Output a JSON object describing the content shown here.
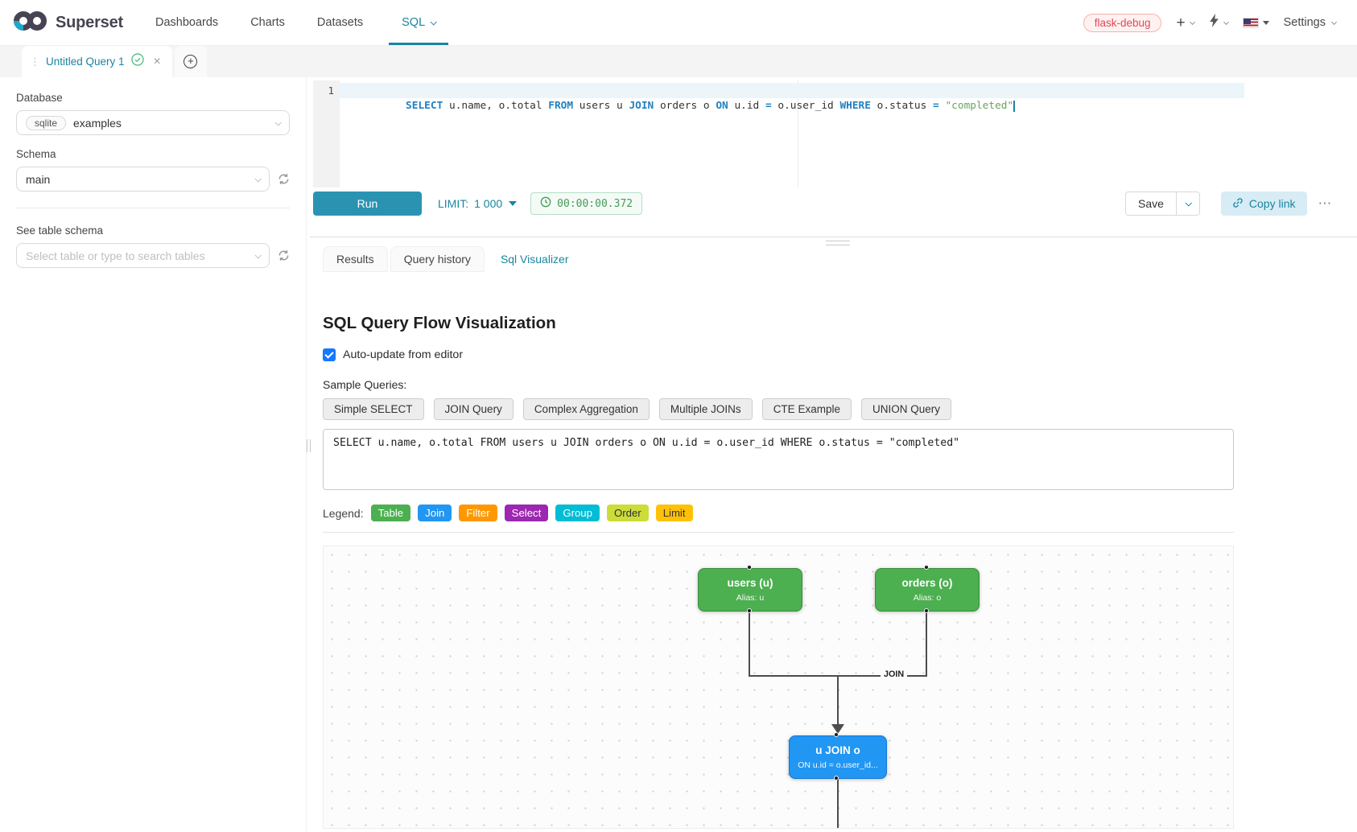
{
  "colors": {
    "accent": "#1a85a0",
    "run_button": "#2b93b2",
    "badge_red": "#e0485a",
    "timer_green": "#459b58",
    "table_node": "#4caf50",
    "join_node": "#2196f3"
  },
  "navbar": {
    "brand": "Superset",
    "links": [
      "Dashboards",
      "Charts",
      "Datasets",
      "SQL"
    ],
    "active_link": "SQL",
    "environment_badge": "flask-debug",
    "settings_label": "Settings"
  },
  "query_tabs": {
    "active_tab": "Untitled Query 1"
  },
  "sidebar": {
    "database_label": "Database",
    "database_engine": "sqlite",
    "database_name": "examples",
    "schema_label": "Schema",
    "schema_value": "main",
    "table_label": "See table schema",
    "table_placeholder": "Select table or type to search tables"
  },
  "editor": {
    "line_number": "1",
    "tokens": [
      {
        "text": "SELECT",
        "type": "kw"
      },
      {
        "text": " u.name, o.total ",
        "type": "plain"
      },
      {
        "text": "FROM",
        "type": "kw"
      },
      {
        "text": " users u ",
        "type": "plain"
      },
      {
        "text": "JOIN",
        "type": "kw"
      },
      {
        "text": " orders o ",
        "type": "plain"
      },
      {
        "text": "ON",
        "type": "kw"
      },
      {
        "text": " u.id ",
        "type": "plain"
      },
      {
        "text": "=",
        "type": "op"
      },
      {
        "text": " o.user_id ",
        "type": "plain"
      },
      {
        "text": "WHERE",
        "type": "kw"
      },
      {
        "text": " o.status ",
        "type": "plain"
      },
      {
        "text": "=",
        "type": "op"
      },
      {
        "text": " ",
        "type": "plain"
      },
      {
        "text": "\"completed\"",
        "type": "str"
      }
    ]
  },
  "toolbar": {
    "run_label": "Run",
    "limit_label": "LIMIT:",
    "limit_value": "1 000",
    "timer": "00:00:00.372",
    "save_label": "Save",
    "copy_link_label": "Copy link",
    "more_label": "⋯"
  },
  "result_tabs": {
    "items": [
      "Results",
      "Query history",
      "Sql Visualizer"
    ],
    "active": "Sql Visualizer"
  },
  "visualizer": {
    "title": "SQL Query Flow Visualization",
    "auto_update_label": "Auto-update from editor",
    "auto_update_checked": true,
    "sample_queries_label": "Sample Queries:",
    "sample_buttons": [
      "Simple SELECT",
      "JOIN Query",
      "Complex Aggregation",
      "Multiple JOINs",
      "CTE Example",
      "UNION Query"
    ],
    "query_text": "SELECT u.name, o.total FROM users u JOIN orders o ON u.id = o.user_id WHERE o.status = \"completed\"",
    "legend_label": "Legend:",
    "legend_items": [
      {
        "label": "Table",
        "bg": "#4caf50",
        "fg": "#ffffff"
      },
      {
        "label": "Join",
        "bg": "#2196f3",
        "fg": "#ffffff"
      },
      {
        "label": "Filter",
        "bg": "#ff9800",
        "fg": "#ffffff"
      },
      {
        "label": "Select",
        "bg": "#9c27b0",
        "fg": "#ffffff"
      },
      {
        "label": "Group",
        "bg": "#00bcd4",
        "fg": "#ffffff"
      },
      {
        "label": "Order",
        "bg": "#cddc39",
        "fg": "#333333"
      },
      {
        "label": "Limit",
        "bg": "#ffc107",
        "fg": "#333333"
      }
    ],
    "flow": {
      "nodes": [
        {
          "title": "users (u)",
          "subtitle": "Alias: u",
          "color": "#4caf50"
        },
        {
          "title": "orders (o)",
          "subtitle": "Alias: o",
          "color": "#4caf50"
        },
        {
          "title": "u JOIN o",
          "subtitle": "ON u.id = o.user_id...",
          "color": "#2196f3"
        }
      ],
      "edge_label": "JOIN"
    }
  }
}
